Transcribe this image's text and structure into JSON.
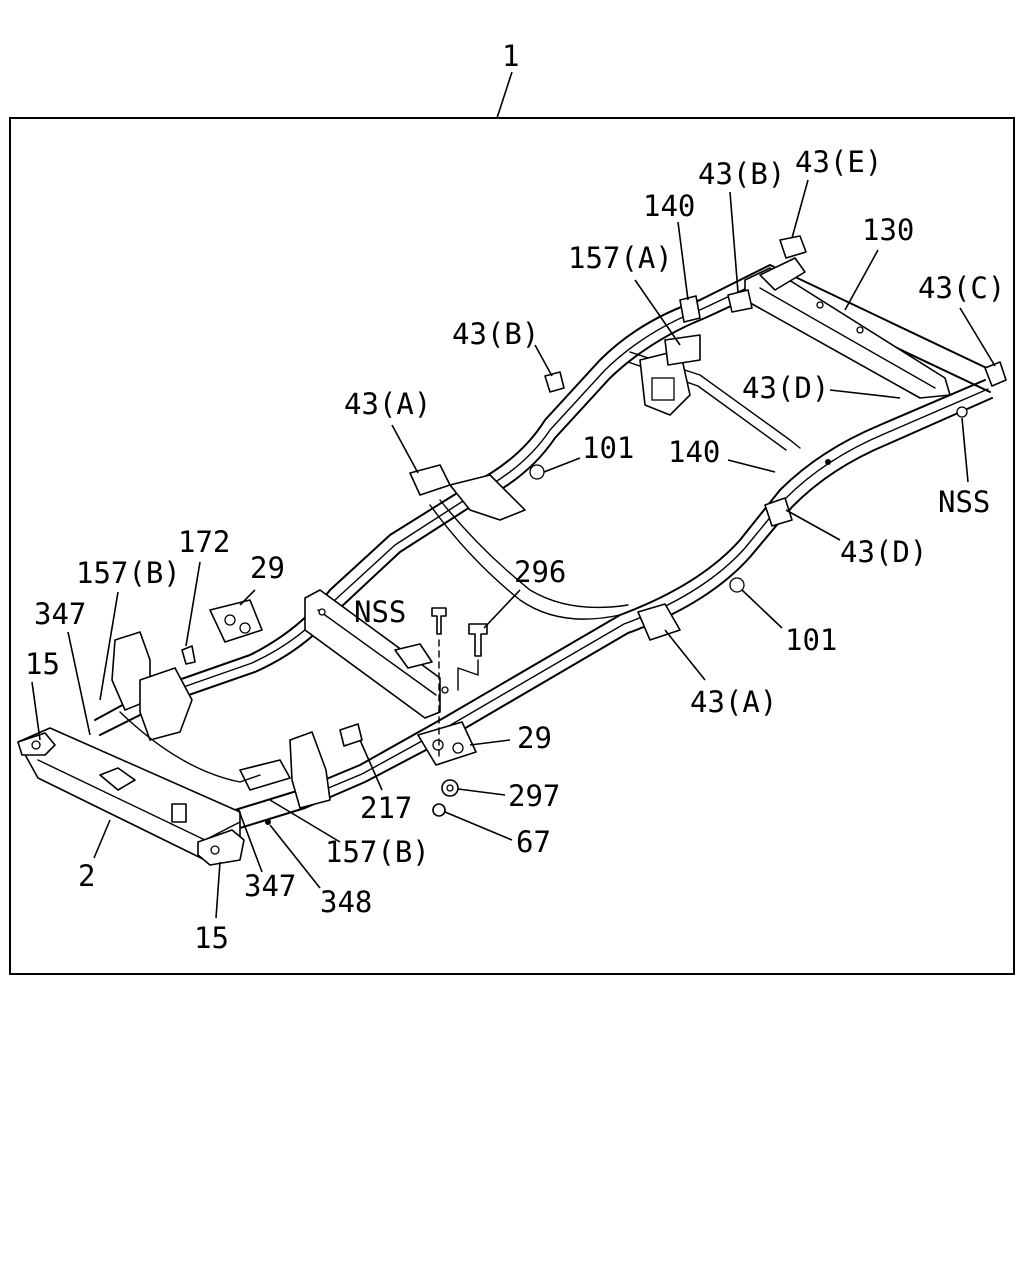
{
  "diagram": {
    "assembly_number": "1",
    "callouts": [
      {
        "id": "c-43b-top",
        "text": "43(B)"
      },
      {
        "id": "c-43e",
        "text": "43(E)"
      },
      {
        "id": "c-140-top",
        "text": "140"
      },
      {
        "id": "c-130",
        "text": "130"
      },
      {
        "id": "c-157a",
        "text": "157(A)"
      },
      {
        "id": "c-43c",
        "text": "43(C)"
      },
      {
        "id": "c-43b-left",
        "text": "43(B)"
      },
      {
        "id": "c-43d-right",
        "text": "43(D)"
      },
      {
        "id": "c-43a-top",
        "text": "43(A)"
      },
      {
        "id": "c-101-top",
        "text": "101"
      },
      {
        "id": "c-140-mid",
        "text": "140"
      },
      {
        "id": "c-nss-right",
        "text": "NSS"
      },
      {
        "id": "c-172",
        "text": "172"
      },
      {
        "id": "c-43d-lower",
        "text": "43(D)"
      },
      {
        "id": "c-157b-left",
        "text": "157(B)"
      },
      {
        "id": "c-29-left",
        "text": "29"
      },
      {
        "id": "c-296",
        "text": "296"
      },
      {
        "id": "c-347-left",
        "text": "347"
      },
      {
        "id": "c-nss-mid",
        "text": "NSS"
      },
      {
        "id": "c-101-lower",
        "text": "101"
      },
      {
        "id": "c-15-left",
        "text": "15"
      },
      {
        "id": "c-43a-lower",
        "text": "43(A)"
      },
      {
        "id": "c-29-right",
        "text": "29"
      },
      {
        "id": "c-297",
        "text": "297"
      },
      {
        "id": "c-217",
        "text": "217"
      },
      {
        "id": "c-67",
        "text": "67"
      },
      {
        "id": "c-157b-lower",
        "text": "157(B)"
      },
      {
        "id": "c-2",
        "text": "2"
      },
      {
        "id": "c-347-lower",
        "text": "347"
      },
      {
        "id": "c-348",
        "text": "348"
      },
      {
        "id": "c-15-lower",
        "text": "15"
      }
    ]
  }
}
